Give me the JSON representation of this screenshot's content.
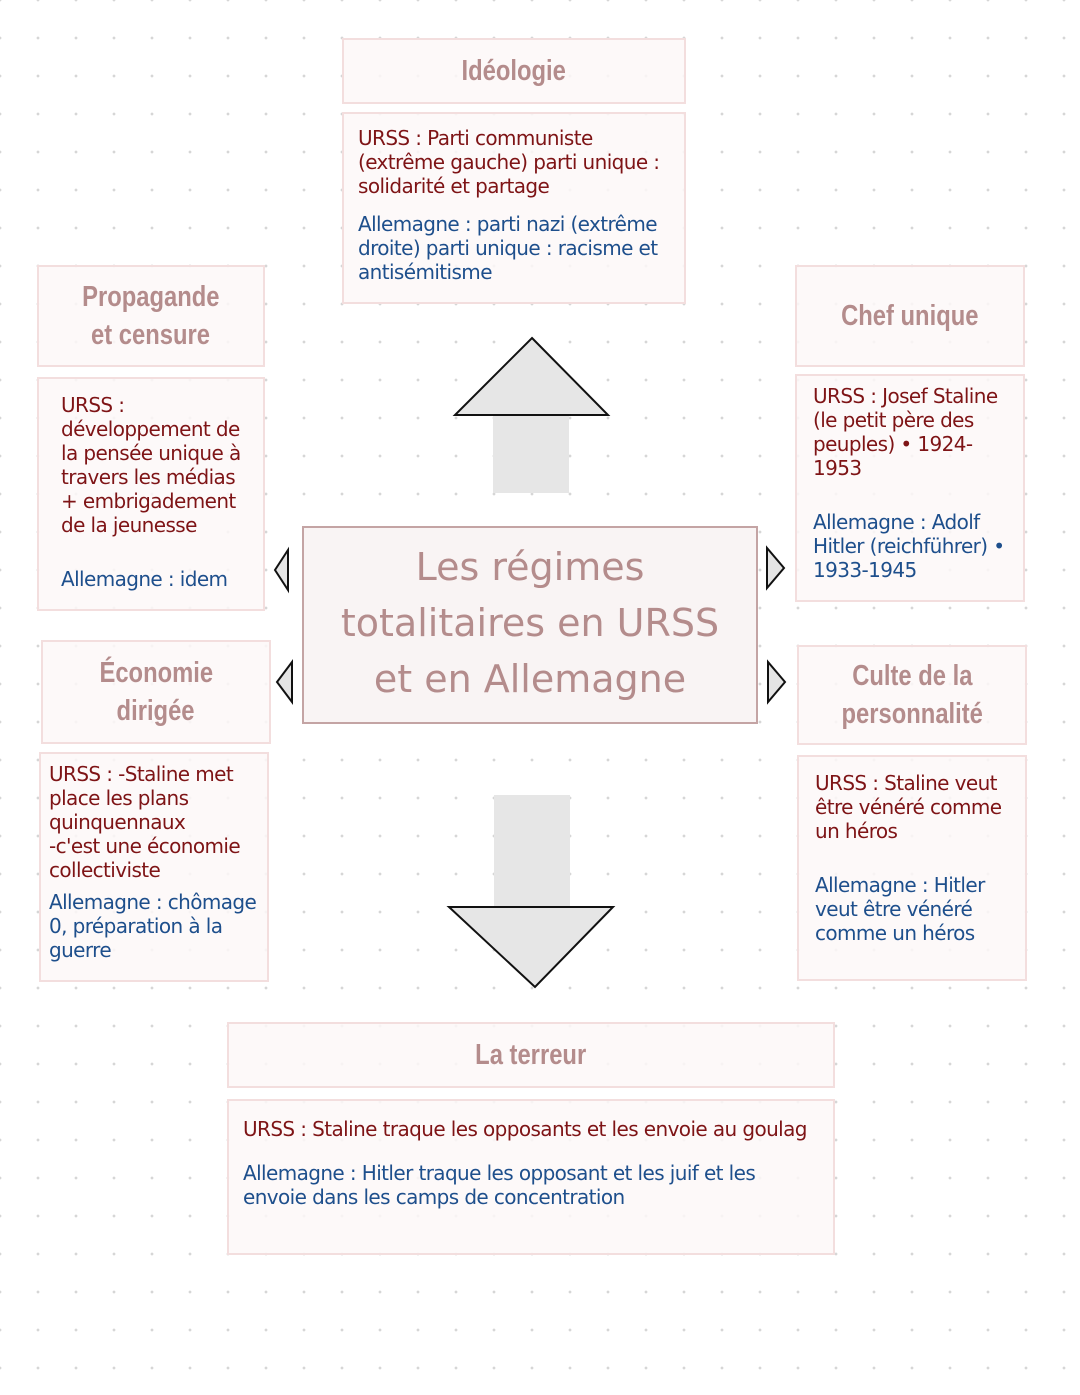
{
  "center": {
    "title_line1": "Les régimes",
    "title_line2": "totalitaires en URSS",
    "title_line3": "et en Allemagne"
  },
  "sections": {
    "ideologie": {
      "title": "Idéologie",
      "urss": "URSS : Parti communiste (extrême gauche) parti unique : solidarité et partage",
      "allemagne": "Allemagne : parti nazi (extrême droite) parti unique : racisme et antisémitisme"
    },
    "propagande": {
      "title_line1": "Propagande",
      "title_line2": "et censure",
      "urss": "URSS : développement de la pensée unique à travers les médias + embrigadement de la jeunesse",
      "allemagne": "Allemagne : idem"
    },
    "chef": {
      "title": "Chef unique",
      "urss": "URSS : Josef Staline (le petit père des peuples) • 1924-1953",
      "allemagne": "Allemagne : Adolf Hitler (reichführer) • 1933-1945"
    },
    "economie": {
      "title_line1": "Économie",
      "title_line2": "dirigée",
      "urss_line1": "URSS : -Staline met place les plans quinquennaux",
      "urss_line2": "-c'est une économie collectiviste",
      "allemagne": "Allemagne : chômage 0, préparation à la guerre"
    },
    "culte": {
      "title_line1": "Culte de la",
      "title_line2": "personnalité",
      "urss": "URSS : Staline veut être vénéré comme un héros",
      "allemagne": "Allemagne : Hitler veut être vénéré comme un héros"
    },
    "terreur": {
      "title": "La terreur",
      "urss": "URSS : Staline traque les opposants et les envoie au goulag",
      "allemagne": "Allemagne : Hitler traque les opposant et les juif et les envoie dans les camps de concentration"
    }
  },
  "colors": {
    "title": "#b48c8c",
    "urss_text": "#7e1416",
    "allemagne_text": "#1e4f8c",
    "box_border": "#f3dede",
    "center_border": "#c4a4a4",
    "arrow_fill": "#e6e6e6"
  }
}
